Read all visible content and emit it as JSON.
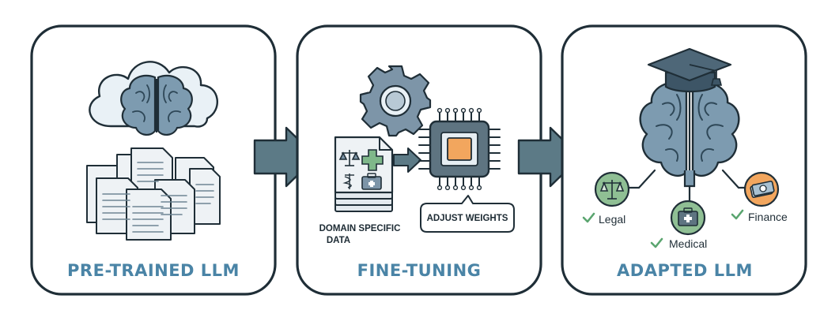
{
  "colors": {
    "panel_border": "#1f2e37",
    "title_blue": "#4a84a6",
    "cloud_fill": "#e9f1f6",
    "brain_fill": "#7d9bb0",
    "brain_dark": "#3f5b6e",
    "paper_fill": "#eef2f5",
    "arrow_fill": "#5c7a86",
    "gear_fill": "#7d95a8",
    "chip_fill": "#5e7481",
    "chip_core": "#f2a65e",
    "cap_fill": "#3d5566",
    "legal_fill": "#8fbf94",
    "medical_fill": "#8fbf94",
    "finance_fill": "#f2a65e",
    "check_green": "#5aa56f"
  },
  "panels": {
    "pretrained": {
      "title": "PRE-TRAINED LLM",
      "icon": "brain-cloud-documents-icon"
    },
    "finetuning": {
      "title": "FINE-TUNING",
      "data_label_line1": "DOMAIN SPECIFIC",
      "data_label_line2": "DATA",
      "weights_label": "ADJUST WEIGHTS",
      "icons": [
        "gear-icon",
        "chip-icon",
        "data-stack-icon"
      ]
    },
    "adapted": {
      "title": "ADAPTED LLM",
      "icon": "graduate-brain-icon",
      "domains": [
        {
          "label": "Legal",
          "icon": "scales-icon"
        },
        {
          "label": "Medical",
          "icon": "medical-kit-icon"
        },
        {
          "label": "Finance",
          "icon": "money-icon"
        }
      ]
    }
  }
}
